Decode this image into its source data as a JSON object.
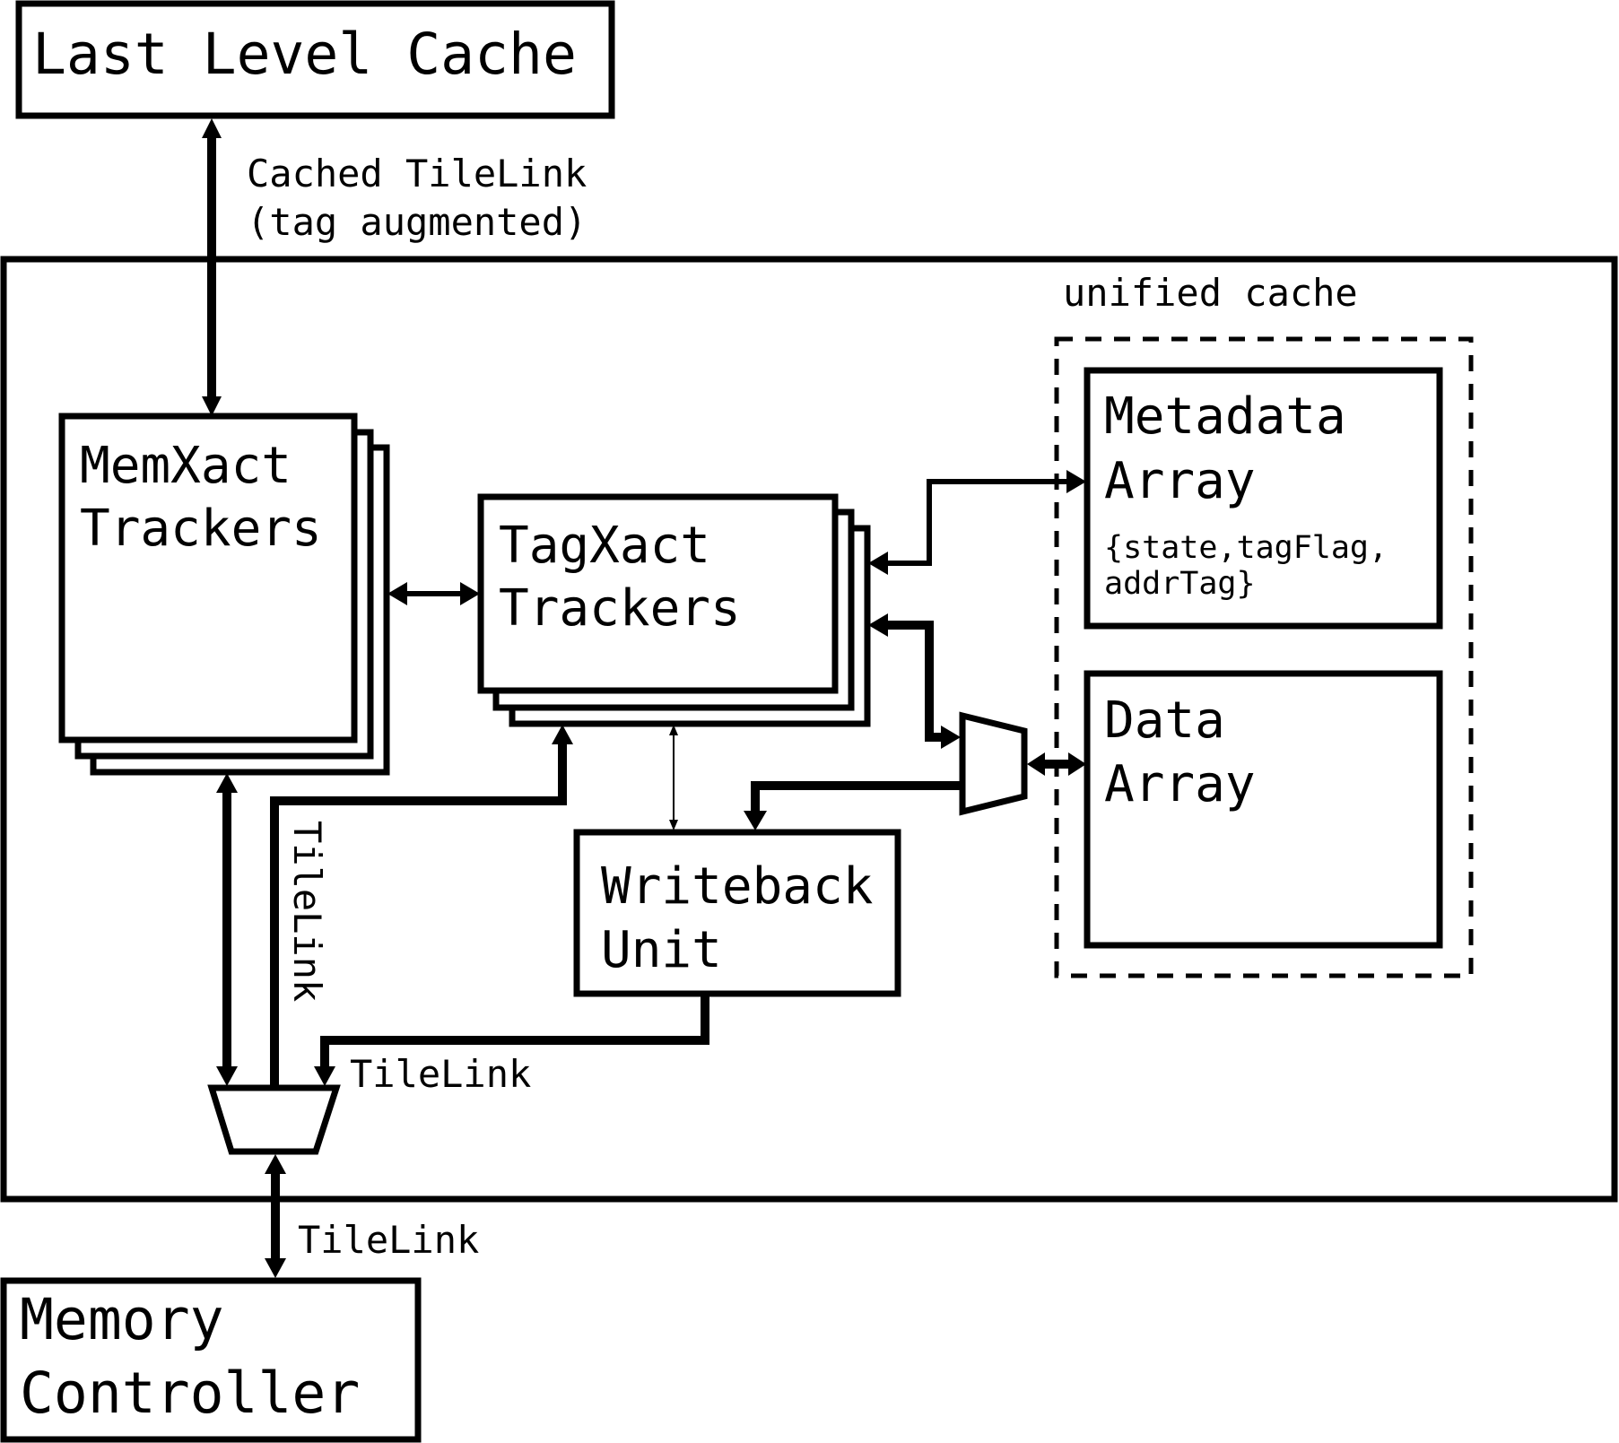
{
  "diagram": {
    "llc": {
      "label": "Last Level Cache"
    },
    "llc_link": {
      "line1": "Cached TileLink",
      "line2": "(tag augmented)"
    },
    "unified_cache": {
      "label": "unified cache"
    },
    "memxact": {
      "line1": "MemXact",
      "line2": "Trackers"
    },
    "tagxact": {
      "line1": "TagXact",
      "line2": "Trackers"
    },
    "metadata": {
      "line1": "Metadata",
      "line2": "Array",
      "fields1": "{state,tagFlag,",
      "fields2": "addrTag}"
    },
    "data_array": {
      "line1": "Data",
      "line2": "Array"
    },
    "writeback": {
      "line1": "Writeback",
      "line2": "Unit"
    },
    "links": {
      "vertical": "TileLink",
      "writeback_link": "TileLink",
      "memory_link": "TileLink"
    },
    "memory_controller": {
      "line1": "Memory",
      "line2": "Controller"
    }
  }
}
